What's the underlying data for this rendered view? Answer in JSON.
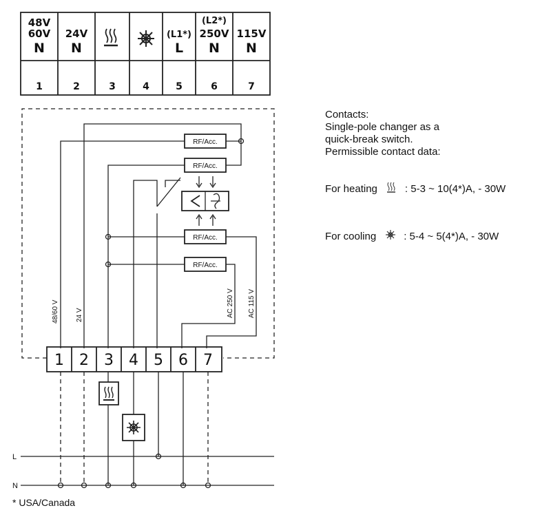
{
  "header": {
    "columns": [
      {
        "voltage_lines": [
          "48V",
          "60V"
        ],
        "role": "N",
        "number": "1"
      },
      {
        "voltage_lines": [
          "24V"
        ],
        "role": "N",
        "number": "2"
      },
      {
        "voltage_lines": [],
        "role": "",
        "icon": "heating-icon",
        "number": "3"
      },
      {
        "voltage_lines": [],
        "role": "",
        "icon": "cooling-icon",
        "number": "4"
      },
      {
        "voltage_lines": [
          "(L1*)"
        ],
        "role": "L",
        "number": "5"
      },
      {
        "voltage_lines": [
          "(L2*)",
          "250V"
        ],
        "role": "N",
        "number": "6"
      },
      {
        "voltage_lines": [
          "115V"
        ],
        "role": "N",
        "number": "7"
      }
    ]
  },
  "relay_boxes": [
    "RF/Acc.",
    "RF/Acc.",
    "RF/Acc.",
    "RF/Acc."
  ],
  "wire_labels": {
    "v48_60": "48/60 V",
    "v24": "24 V",
    "ac250": "AC 250 V",
    "ac115": "AC 115 V"
  },
  "terminals": [
    "1",
    "2",
    "3",
    "4",
    "5",
    "6",
    "7"
  ],
  "rails": {
    "l": "L",
    "n": "N"
  },
  "contacts": {
    "lines": [
      "Contacts:",
      "Single-pole changer as a",
      "quick-break switch.",
      "Permissible contact data:"
    ],
    "heating_label": "For heating",
    "heating_value": ": 5-3 ~ 10(4*)A, - 30W",
    "cooling_label": "For cooling",
    "cooling_value": ": 5-4 ~ 5(4*)A, - 30W"
  },
  "footnote": "* USA/Canada"
}
